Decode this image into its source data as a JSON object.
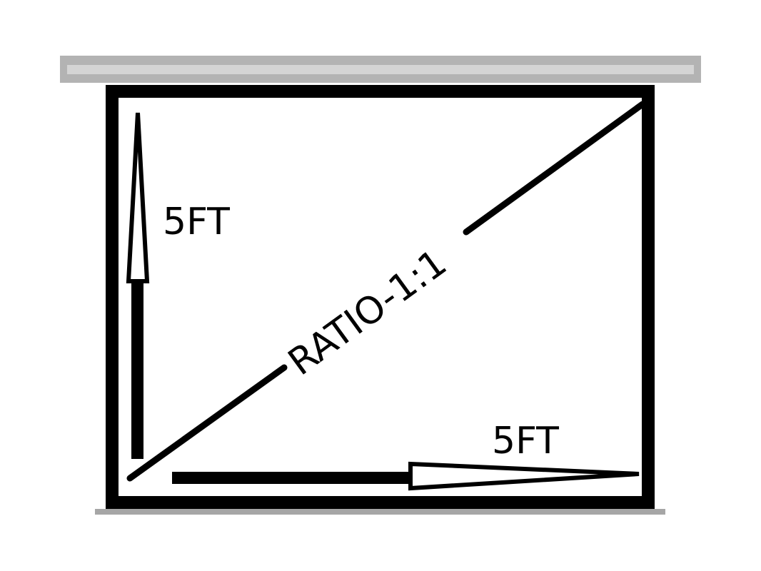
{
  "diagram": {
    "height_label": "5FT",
    "width_label": "5FT",
    "diagonal_label": "RATIO-1:1"
  },
  "colors": {
    "frame": "#000000",
    "screen": "#ffffff",
    "housing": "#b3b3b3",
    "housing_inner": "#d4d4d4",
    "bottom_bar": "#a6a6a6"
  }
}
